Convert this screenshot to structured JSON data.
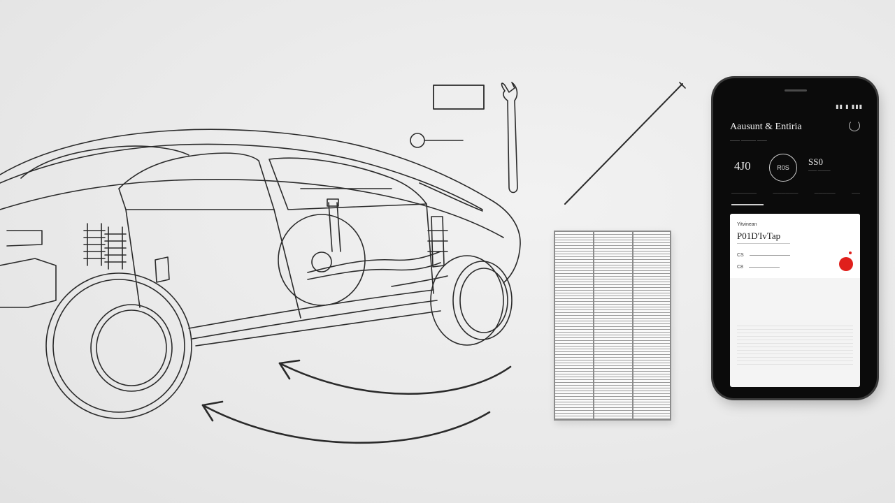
{
  "phone": {
    "status_text": "▮▮ ▮ ▮▮▮",
    "app_title": "Aausunt & Entiria",
    "subtitle": "—— ——— ——",
    "stat_left": "4J0",
    "stat_circle": "R0S",
    "stat_right": "SS0",
    "stat_right_sub": "—— ———",
    "tabs": [
      "——————",
      "——————",
      "—————",
      "——"
    ],
    "card": {
      "eyebrow": "Yitvinean",
      "title": "P01D'IvTap",
      "row1_label": "CS",
      "row2_label": "C8"
    }
  },
  "colors": {
    "accent_red": "#e0201c",
    "phone_body": "#0b0b0b",
    "line_art": "#2a2a2a"
  },
  "icons": [
    "wrench-icon",
    "key-icon",
    "tag-icon",
    "screwdriver-icon",
    "refresh-icon"
  ]
}
